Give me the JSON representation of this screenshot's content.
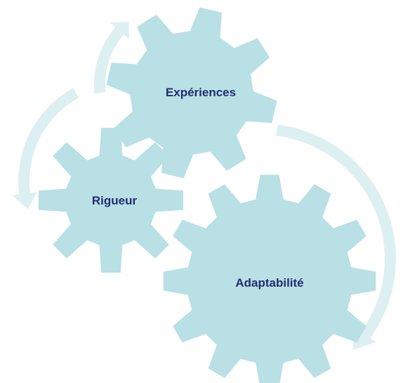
{
  "colors": {
    "gear_fill": "#b9e0e4",
    "arrow_fill": "#dcf0f2",
    "label_text": "#1f2d73"
  },
  "gears": {
    "experiences": {
      "label": "Expériences"
    },
    "rigueur": {
      "label": "Rigueur"
    },
    "adaptabilite": {
      "label": "Adaptabilité"
    }
  },
  "arrows": [
    {
      "name": "cycle-arrow-upper",
      "direction": "toward-experiences"
    },
    {
      "name": "cycle-arrow-left",
      "direction": "toward-rigueur"
    },
    {
      "name": "cycle-arrow-right",
      "direction": "toward-adaptabilite"
    }
  ]
}
